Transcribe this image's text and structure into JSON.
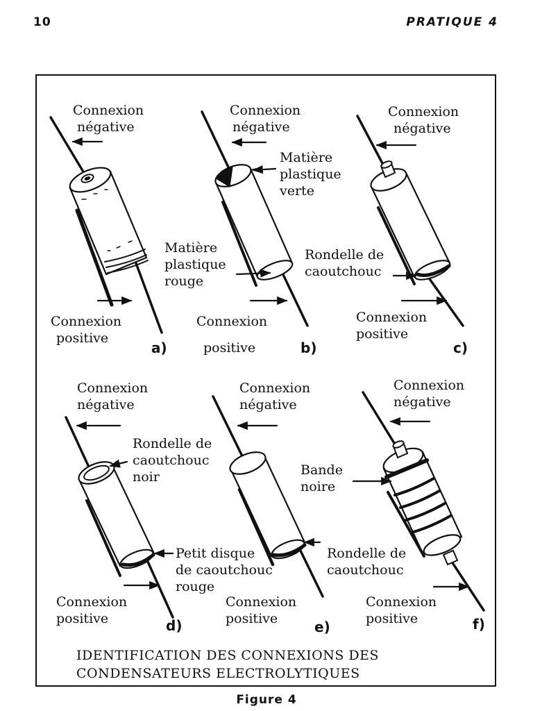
{
  "header": {
    "page_number": "10",
    "running_head": "PRATIQUE 4"
  },
  "panels": {
    "a": {
      "letter": "a)",
      "neg_line1": "Connexion",
      "neg_line2": "négative",
      "pos_line1": "Connexion",
      "pos_line2": "positive"
    },
    "b": {
      "letter": "b)",
      "neg_line1": "Connexion",
      "neg_line2": "négative",
      "green_line1": "Matière",
      "green_line2": "plastique",
      "green_line3": "verte",
      "red_line1": "Matière",
      "red_line2": "plastique",
      "red_line3": "rouge",
      "pos_line1": "Connexion",
      "pos_line2": "positive"
    },
    "c": {
      "letter": "c)",
      "neg_line1": "Connexion",
      "neg_line2": "négative",
      "washer_line1": "Rondelle de",
      "washer_line2": "caoutchouc",
      "pos_line1": "Connexion",
      "pos_line2": "positive"
    },
    "d": {
      "letter": "d)",
      "neg_line1": "Connexion",
      "neg_line2": "négative",
      "washer_line1": "Rondelle de",
      "washer_line2": "caoutchouc",
      "washer_line3": "noir",
      "disc_line1": "Petit disque",
      "disc_line2": "de caoutchouc",
      "disc_line3": "rouge",
      "pos_line1": "Connexion",
      "pos_line2": "positive"
    },
    "e": {
      "letter": "e)",
      "neg_line1": "Connexion",
      "neg_line2": "négative",
      "washer_line1": "Rondelle de",
      "washer_line2": "caoutchouc",
      "pos_line1": "Connexion",
      "pos_line2": "positive"
    },
    "f": {
      "letter": "f)",
      "neg_line1": "Connexion",
      "neg_line2": "négative",
      "band_line1": "Bande",
      "band_line2": "noire",
      "pos_line1": "Connexion",
      "pos_line2": "positive"
    }
  },
  "caption": {
    "line1": "IDENTIFICATION DES CONNEXIONS DES",
    "line2": "CONDENSATEURS ELECTROLYTIQUES"
  },
  "figure_label": "Figure 4"
}
